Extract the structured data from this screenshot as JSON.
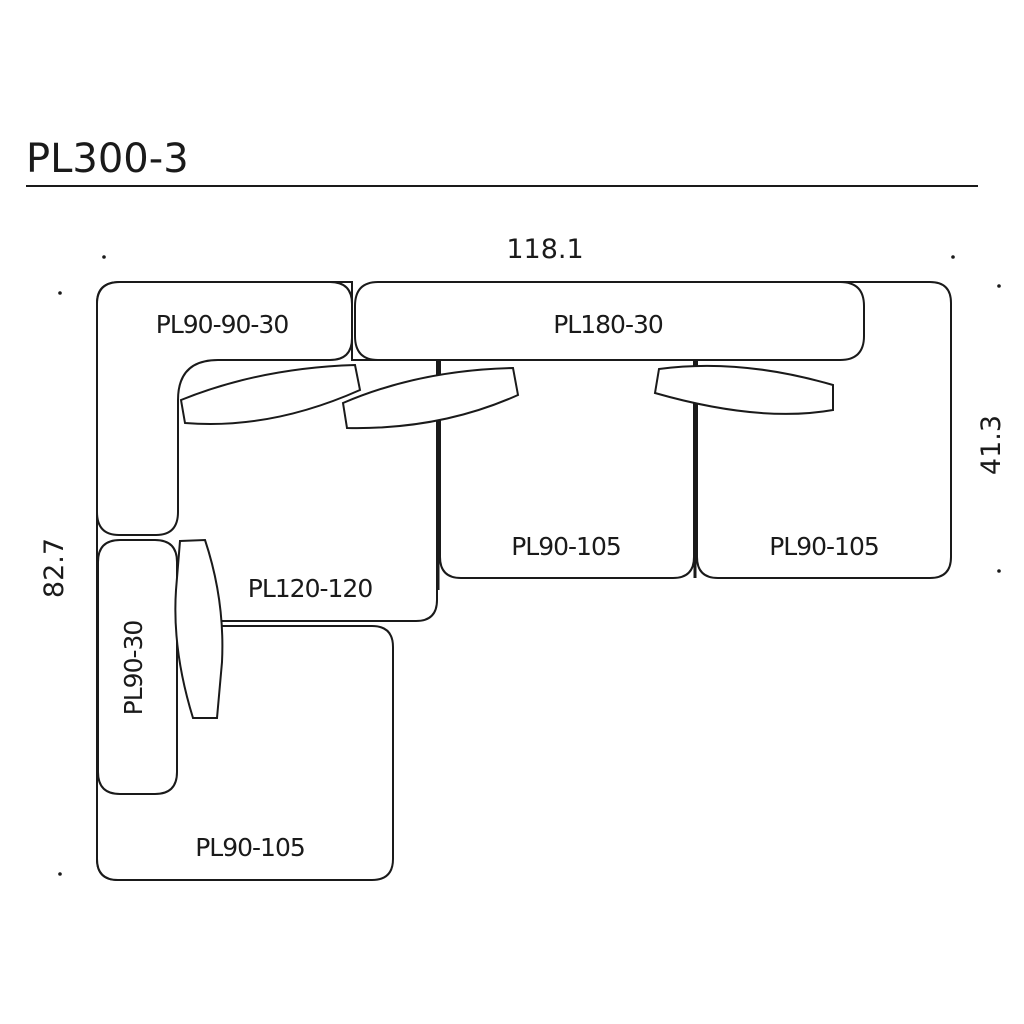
{
  "title": "PL300-3",
  "dimensions": {
    "width": "118.1",
    "depth_left": "82.7",
    "depth_right": "41.3"
  },
  "modules": {
    "corner_back": "PL90-90-30",
    "long_back": "PL180-30",
    "corner_seat": "PL120-120",
    "seat_mid": "PL90-105",
    "seat_right": "PL90-105",
    "side_back": "PL90-30",
    "seat_bottom": "PL90-105"
  },
  "colors": {
    "line": "#1a1a1a",
    "background": "#ffffff"
  }
}
